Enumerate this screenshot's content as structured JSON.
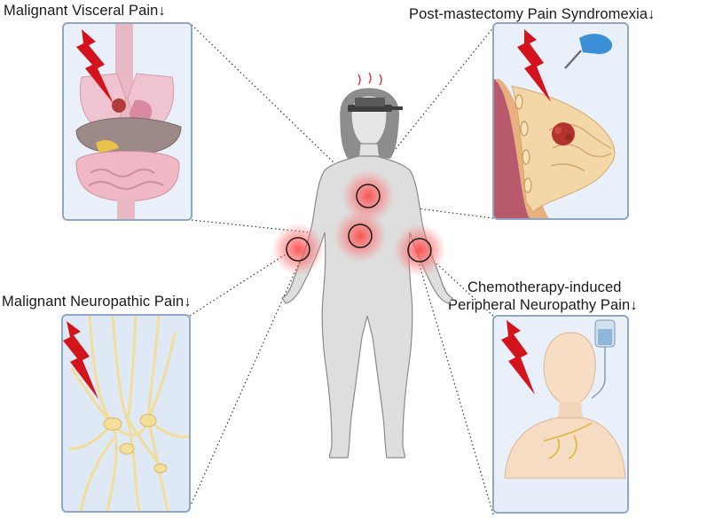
{
  "panels": {
    "visceral": {
      "title": "Malignant Visceral Pain↓"
    },
    "mastectomy": {
      "title": "Post-mastectomy Pain Syndromexia↓"
    },
    "neuropathic": {
      "title": "Malignant Neuropathic Pain↓"
    },
    "cipn": {
      "title_line1": "Chemotherapy-induced",
      "title_line2": "Peripheral Neuropathy Pain↓"
    }
  },
  "colors": {
    "panel_border": "#8fa6c9",
    "panel_fill": "#e9f0fa",
    "lightning": "#d4141c",
    "pain_glow": "#ff5a5a",
    "body_fill": "#dcdcdc",
    "body_stroke": "#8a8a8a",
    "nerve": "#f3dfa0"
  },
  "icons": [
    "lightning-bolt-icon",
    "tumor-icon",
    "scalpel-hand-icon",
    "iv-bag-icon",
    "head-device-icon"
  ]
}
